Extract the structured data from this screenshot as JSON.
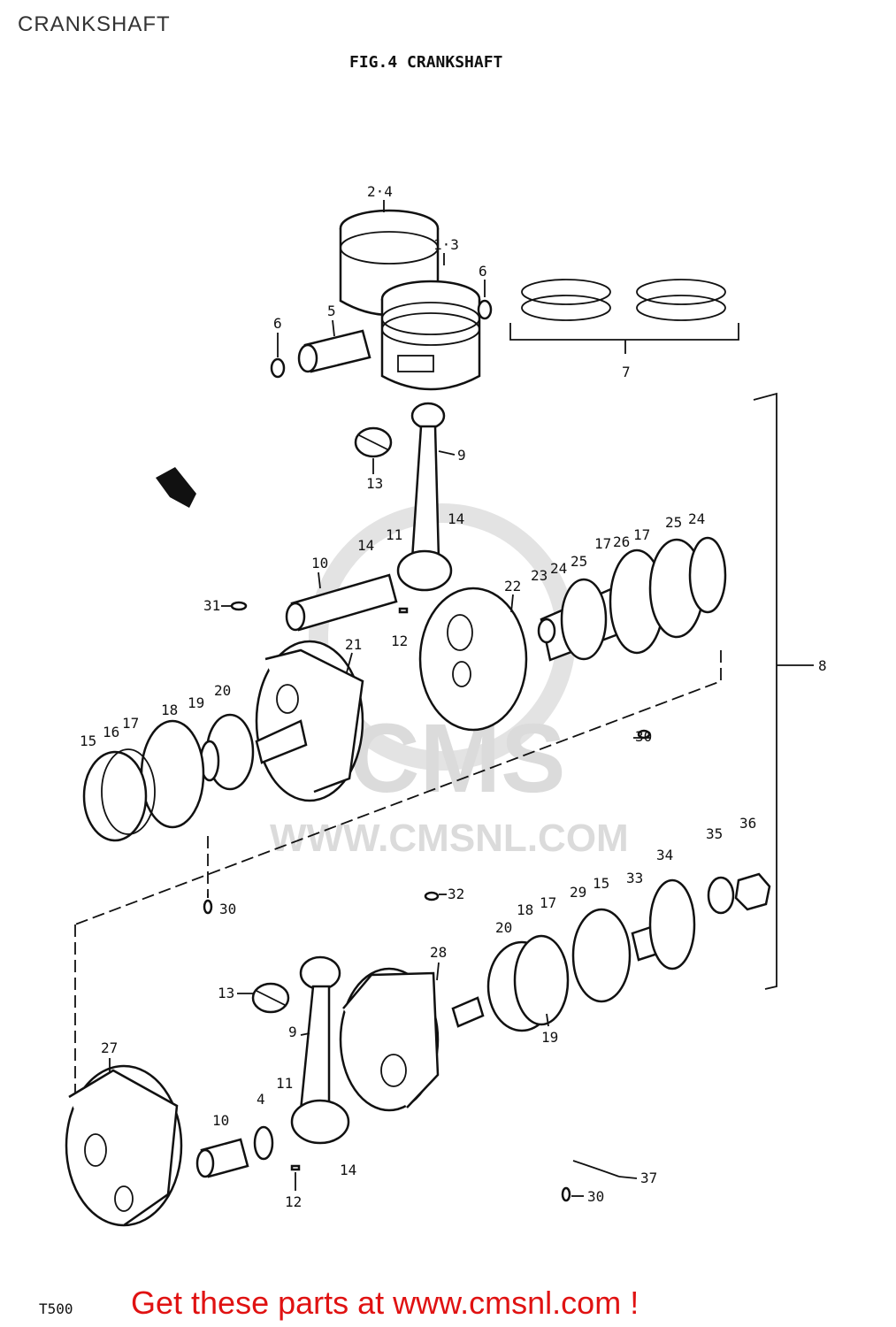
{
  "page": {
    "title": "CRANKSHAFT",
    "figure_title": "FIG.4  CRANKSHAFT",
    "model": "T500",
    "promo": "Get these parts at www.cmsnl.com !"
  },
  "watermark": {
    "logo": "CMS",
    "url": "WWW.CMSNL.COM"
  },
  "callouts": [
    {
      "id": "c-2-4",
      "text": "2·4"
    },
    {
      "id": "c-1-3",
      "text": "1·3"
    },
    {
      "id": "c-6a",
      "text": "6"
    },
    {
      "id": "c-6b",
      "text": "6"
    },
    {
      "id": "c-5",
      "text": "5"
    },
    {
      "id": "c-7",
      "text": "7"
    },
    {
      "id": "c-9a",
      "text": "9"
    },
    {
      "id": "c-13a",
      "text": "13"
    },
    {
      "id": "c-14a",
      "text": "14"
    },
    {
      "id": "c-14b",
      "text": "14"
    },
    {
      "id": "c-11a",
      "text": "11"
    },
    {
      "id": "c-10a",
      "text": "10"
    },
    {
      "id": "c-12a",
      "text": "12"
    },
    {
      "id": "c-31",
      "text": "31"
    },
    {
      "id": "c-21",
      "text": "21"
    },
    {
      "id": "c-22",
      "text": "22"
    },
    {
      "id": "c-23",
      "text": "23"
    },
    {
      "id": "c-24a",
      "text": "24"
    },
    {
      "id": "c-25a",
      "text": "25"
    },
    {
      "id": "c-17a",
      "text": "17"
    },
    {
      "id": "c-26",
      "text": "26"
    },
    {
      "id": "c-17b",
      "text": "17"
    },
    {
      "id": "c-25b",
      "text": "25"
    },
    {
      "id": "c-24b",
      "text": "24"
    },
    {
      "id": "c-8",
      "text": "8"
    },
    {
      "id": "c-15a",
      "text": "15"
    },
    {
      "id": "c-16",
      "text": "16"
    },
    {
      "id": "c-17c",
      "text": "17"
    },
    {
      "id": "c-18a",
      "text": "18"
    },
    {
      "id": "c-19a",
      "text": "19"
    },
    {
      "id": "c-20a",
      "text": "20"
    },
    {
      "id": "c-30a",
      "text": "30"
    },
    {
      "id": "c-30b",
      "text": "30"
    },
    {
      "id": "c-32",
      "text": "32"
    },
    {
      "id": "c-35",
      "text": "35"
    },
    {
      "id": "c-36",
      "text": "36"
    },
    {
      "id": "c-34",
      "text": "34"
    },
    {
      "id": "c-33",
      "text": "33"
    },
    {
      "id": "c-29",
      "text": "29"
    },
    {
      "id": "c-15b",
      "text": "15"
    },
    {
      "id": "c-17d",
      "text": "17"
    },
    {
      "id": "c-18b",
      "text": "18"
    },
    {
      "id": "c-20b",
      "text": "20"
    },
    {
      "id": "c-28",
      "text": "28"
    },
    {
      "id": "c-19b",
      "text": "19"
    },
    {
      "id": "c-13b",
      "text": "13"
    },
    {
      "id": "c-9b",
      "text": "9"
    },
    {
      "id": "c-27",
      "text": "27"
    },
    {
      "id": "c-4",
      "text": "4"
    },
    {
      "id": "c-11b",
      "text": "11"
    },
    {
      "id": "c-10b",
      "text": "10"
    },
    {
      "id": "c-14c",
      "text": "14"
    },
    {
      "id": "c-12b",
      "text": "12"
    },
    {
      "id": "c-37",
      "text": "37"
    },
    {
      "id": "c-30c",
      "text": "30"
    }
  ]
}
